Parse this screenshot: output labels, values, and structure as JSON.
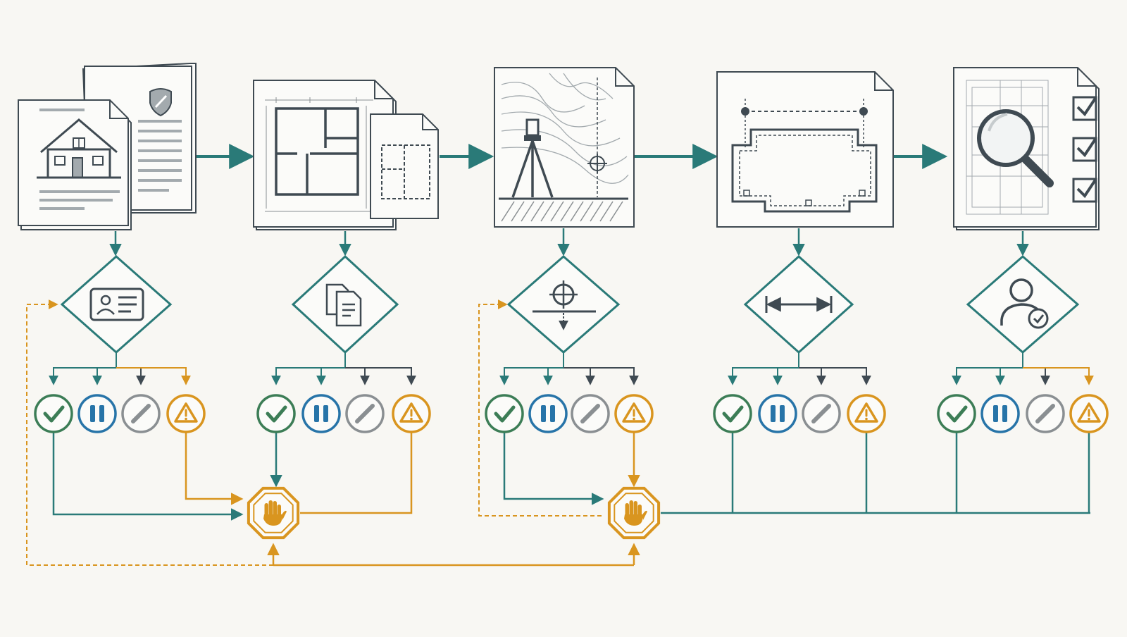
{
  "colors": {
    "background": "#f8f7f3",
    "teal": "#2a7a78",
    "dark": "#3f4a52",
    "amber": "#d9951f",
    "green": "#3c7d56",
    "blue": "#2774a8",
    "gray": "#8a8f92",
    "shield": "#a3aaae"
  },
  "stages": [
    {
      "id": "property-documents",
      "doc_icon": "house-document-icon",
      "check_icon": "id-card-icon"
    },
    {
      "id": "floor-plans",
      "doc_icon": "floor-plan-icon",
      "check_icon": "documents-icon"
    },
    {
      "id": "site-survey",
      "doc_icon": "survey-tripod-icon",
      "check_icon": "crosshair-level-icon"
    },
    {
      "id": "building-outline",
      "doc_icon": "outline-plan-icon",
      "check_icon": "measurement-icon"
    },
    {
      "id": "final-inspection",
      "doc_icon": "inspection-icon",
      "check_icon": "user-verified-icon"
    }
  ],
  "outcomes": [
    "approved-check-icon",
    "paused-icon",
    "cancelled-slash-icon",
    "warning-icon"
  ],
  "gates": [
    {
      "id": "hold-gate-1",
      "icon": "stop-hand-icon"
    },
    {
      "id": "hold-gate-2",
      "icon": "stop-hand-icon"
    }
  ]
}
